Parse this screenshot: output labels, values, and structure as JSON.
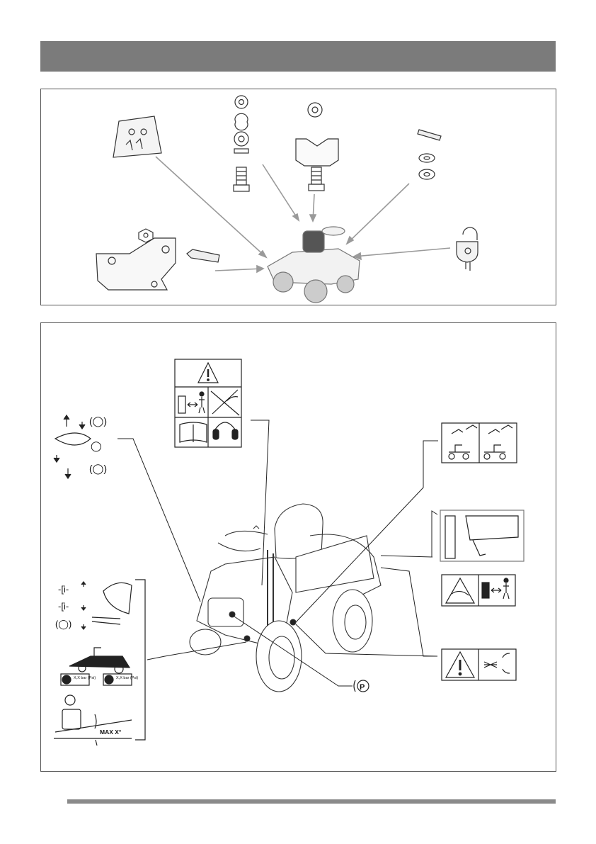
{
  "decals": {
    "parking_symbol": "P",
    "slope_limit_text": "MAX X°",
    "tire_pressure_text": "X,X bar (Psi)"
  },
  "icons": {
    "hardware_bag": "hardware-bag-icon",
    "ignition_key": "ignition-key-icon",
    "warning_triangle": "warning-triangle-icon",
    "operator_manual": "book-icon",
    "hearing_protection": "ear-muffs-icon"
  },
  "colors": {
    "header_bar": "#7b7b7b",
    "footer_bar": "#8a8a8a",
    "arrows": "#9a9a9a"
  }
}
